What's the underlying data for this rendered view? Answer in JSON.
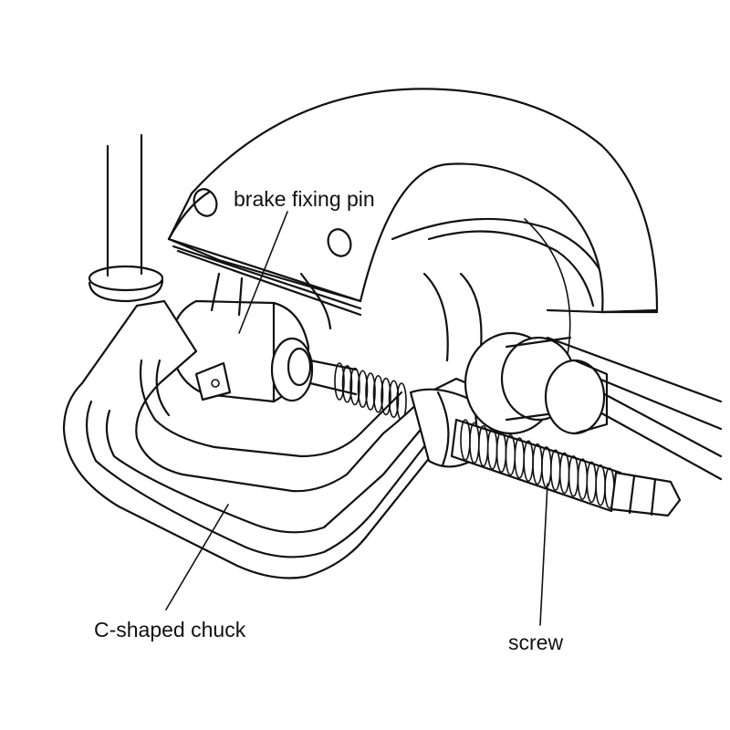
{
  "labels": {
    "brake_fixing_pin": "brake fixing pin",
    "c_shaped_chuck": "C-shaped chuck",
    "screw": "screw"
  }
}
